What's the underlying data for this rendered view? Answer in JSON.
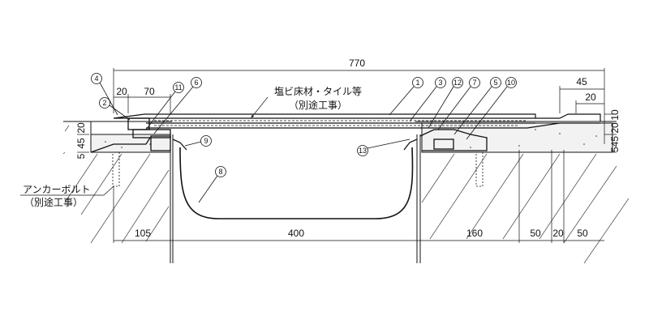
{
  "dimensions": {
    "overall": "770",
    "top_right": "45",
    "top_right_inner": "20",
    "right_v_10": "10",
    "right_v_20": "20",
    "right_v_545": "545",
    "left_20": "20",
    "left_70": "70",
    "left_v_20": "20",
    "left_v_45": "45",
    "left_v_5": "5",
    "bottom_105": "105",
    "bottom_400": "400",
    "bottom_160": "160",
    "bottom_50a": "50",
    "bottom_20": "20",
    "bottom_50b": "50"
  },
  "notes": {
    "floor_line1": "塩ビ床材・タイル等",
    "floor_line2": "（別途工事）",
    "anchor_line1": "アンカーボルト",
    "anchor_line2": "（別途工事）"
  },
  "callouts": {
    "c1": "1",
    "c2": "2",
    "c3": "3",
    "c4": "4",
    "c5": "5",
    "c6": "6",
    "c7": "7",
    "c8": "8",
    "c9": "9",
    "c10": "10",
    "c11": "11",
    "c12": "12",
    "c13": "13"
  },
  "colors": {
    "line": "#111111",
    "hatch": "#555555",
    "concrete": "#f2f2f2"
  }
}
